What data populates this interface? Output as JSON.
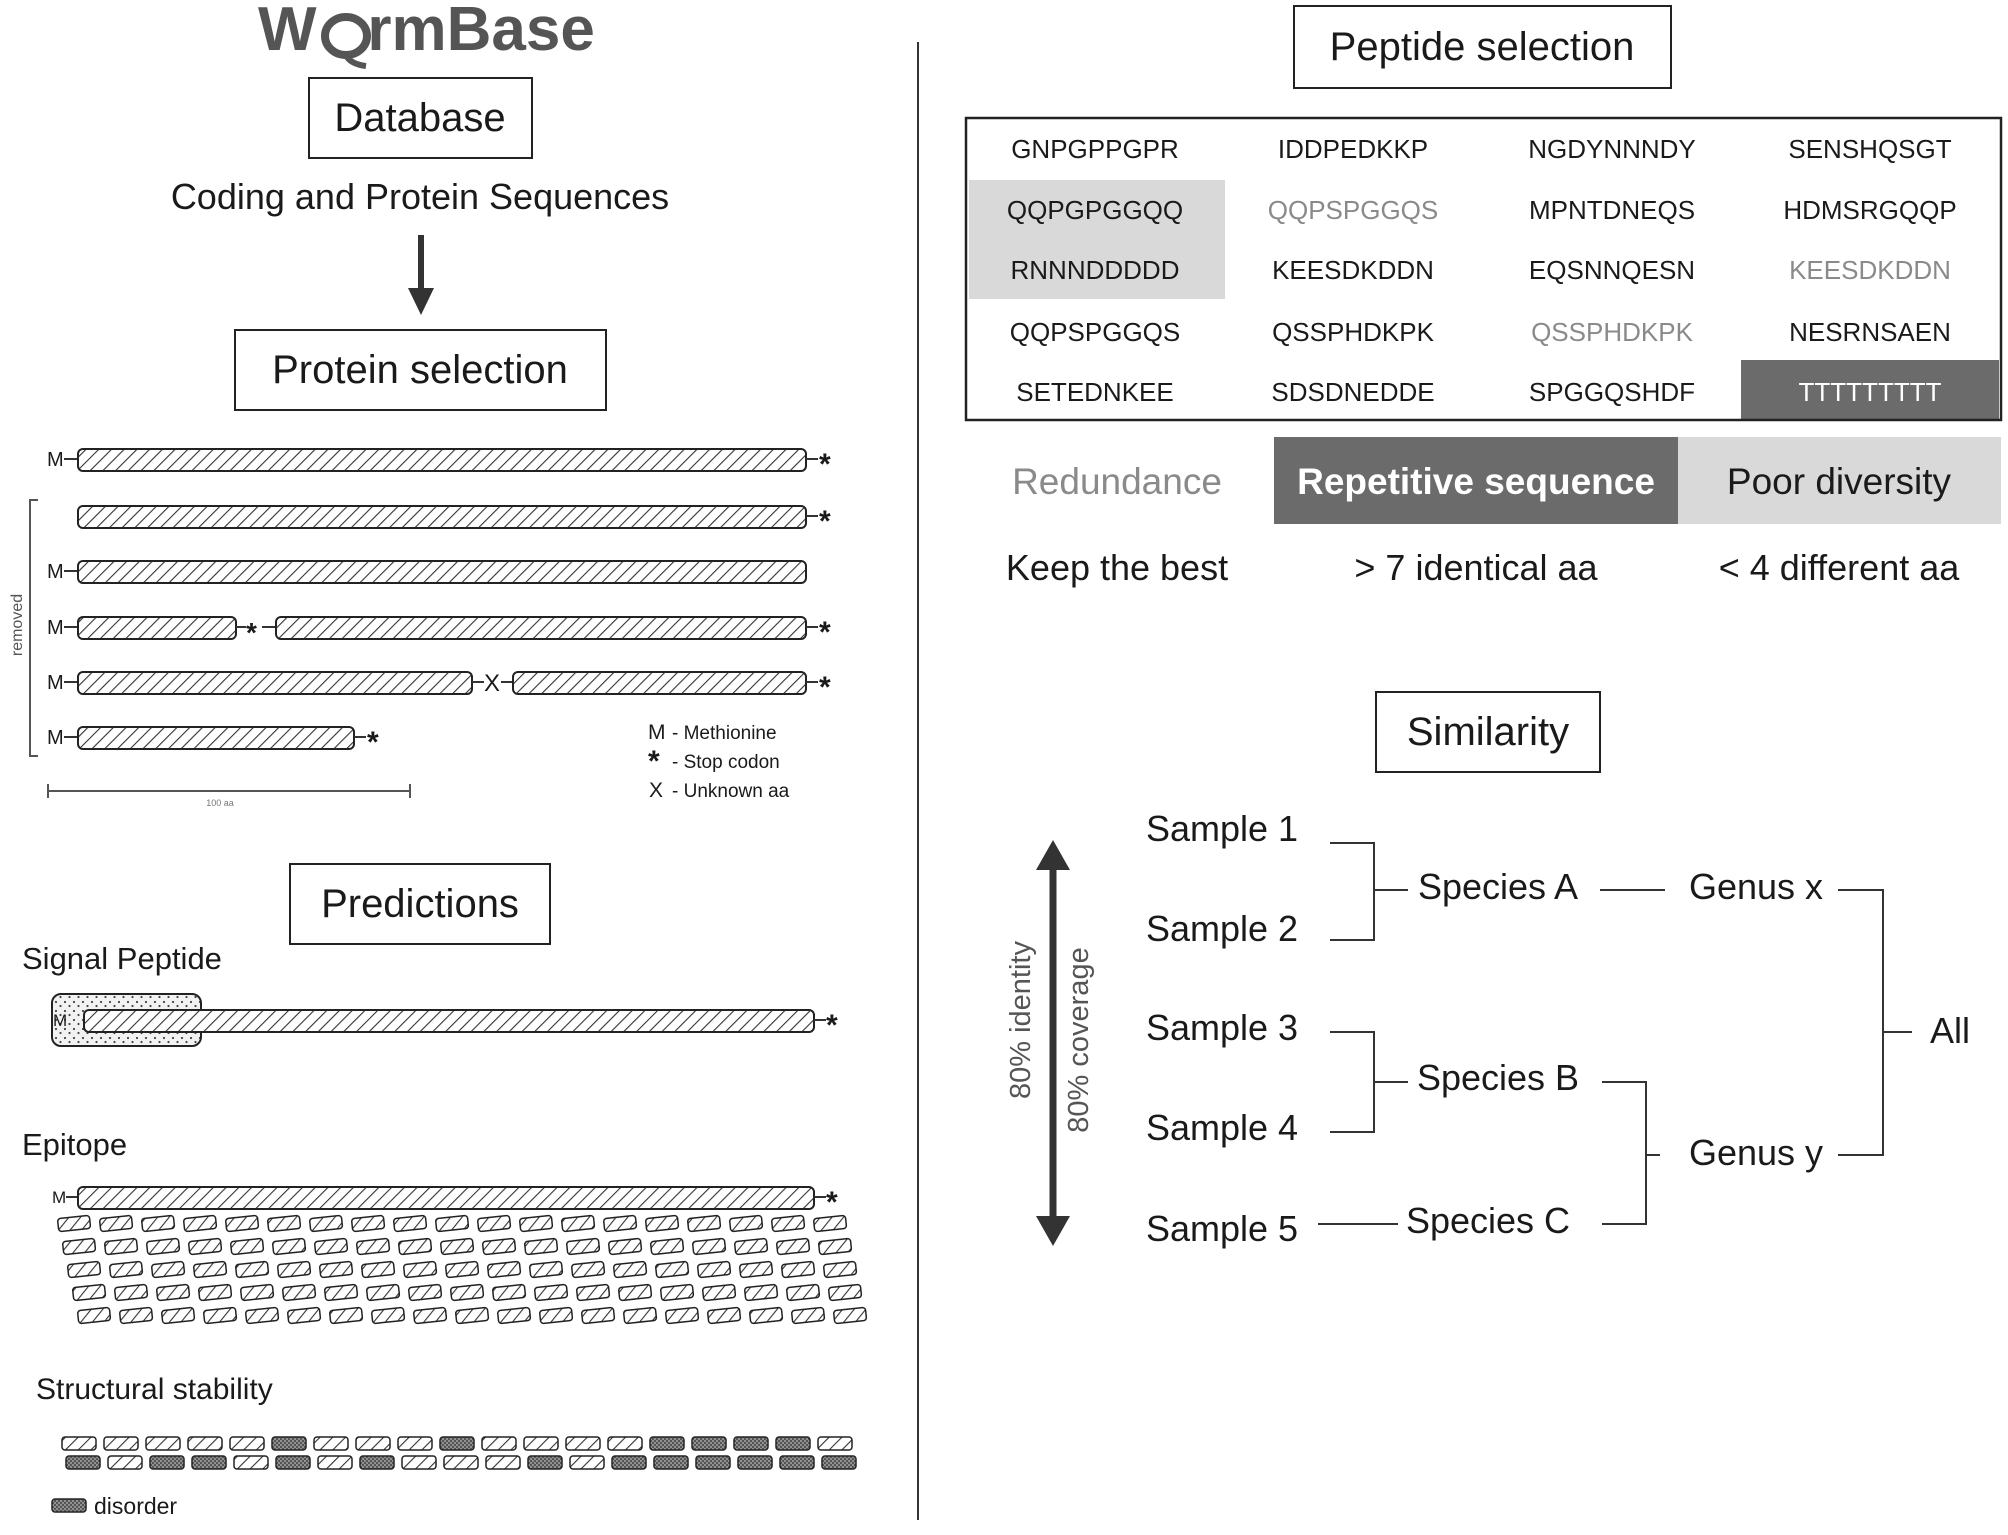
{
  "logo": {
    "text": "WormBase",
    "part1": "W",
    "part2": "rmBase"
  },
  "left": {
    "database_box": "Database",
    "sequences_caption": "Coding and Protein Sequences",
    "protein_selection_box": "Protein selection",
    "removed_label": "removed",
    "scale_label": "100 aa",
    "protein_rows": [
      {
        "start": "M",
        "segments_note": "full length",
        "end": "*"
      },
      {
        "start": "",
        "segments_note": "no start",
        "end": "*"
      },
      {
        "start": "M",
        "segments_note": "no stop",
        "end": ""
      },
      {
        "start": "M",
        "segments_note": "internal stop",
        "mid": "*",
        "end": "*"
      },
      {
        "start": "M",
        "segments_note": "unknown aa",
        "mid": "X",
        "end": "*"
      },
      {
        "start": "M",
        "segments_note": "short",
        "end": "*"
      }
    ],
    "legend": [
      {
        "symbol": "M",
        "text": "- Methionine"
      },
      {
        "symbol": "*",
        "text": "- Stop codon"
      },
      {
        "symbol": "X",
        "text": "- Unknown aa"
      }
    ],
    "predictions_box": "Predictions",
    "signal_peptide_label": "Signal Peptide",
    "signal_peptide_m": "M",
    "epitope_label": "Epitope",
    "epitope_m": "M",
    "structural_stability_label": "Structural stability",
    "disorder_label": "disorder",
    "stop_symbol": "*"
  },
  "right": {
    "peptide_selection_box": "Peptide selection",
    "peptide_grid": [
      [
        "GNPGPPGPR",
        "IDDPEDKKP",
        "NGDYNNNDY",
        "SENSHQSGT"
      ],
      [
        "QQPGPGGQQ",
        "QQPSPGGQS",
        "MPNTDNEQS",
        "HDMSRGQQP"
      ],
      [
        "RNNNDDDDD",
        "KEESDKDDN",
        "EQSNNQESN",
        "KEESDKDDN"
      ],
      [
        "QQPSPGGQS",
        "QSSPHDKPK",
        "QSSPHDKPK",
        "NESRNSAEN"
      ],
      [
        "SETEDNKEE",
        "SDSDNEDDE",
        "SPGGQSHDF",
        "TTTTTTTTT"
      ]
    ],
    "filters": [
      {
        "label": "Redundance",
        "rule": "Keep the best"
      },
      {
        "label": "Repetitive sequence",
        "rule": "> 7 identical aa"
      },
      {
        "label": "Poor diversity",
        "rule": "< 4 different aa"
      }
    ],
    "similarity_box": "Similarity",
    "axis_identity": "80% identity",
    "axis_coverage": "80% coverage",
    "samples": [
      "Sample 1",
      "Sample 2",
      "Sample 3",
      "Sample 4",
      "Sample 5"
    ],
    "species": [
      "Species A",
      "Species B",
      "Species C"
    ],
    "genera": [
      "Genus x",
      "Genus y"
    ],
    "root": "All"
  },
  "colors": {
    "text": "#1a1a1a",
    "gray_text": "#8a8a8a",
    "dark_fill": "#6b6b6b",
    "light_fill": "#d9d9d9",
    "logo": "#555555"
  }
}
